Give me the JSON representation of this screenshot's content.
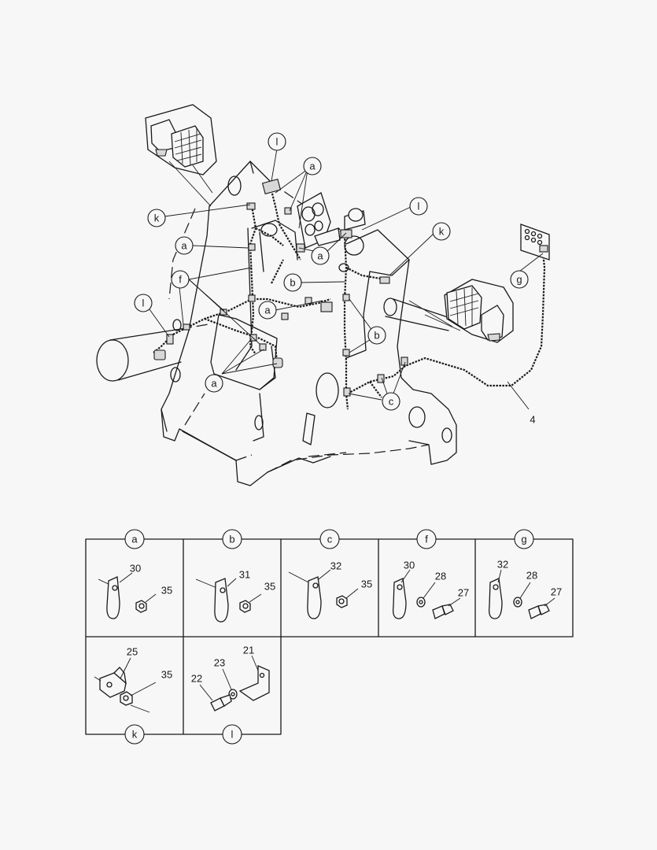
{
  "main_diagram": {
    "callouts": {
      "l_top": "l",
      "a_top": "a",
      "k_left": "k",
      "l_right": "l",
      "k_right": "k",
      "a_left": "a",
      "a_center": "a",
      "f_left": "f",
      "b_center": "b",
      "l_left": "l",
      "a_mid": "a",
      "b_right": "b",
      "a_bottom": "a",
      "c_bottom": "c",
      "g_right": "g",
      "part_4": "4"
    }
  },
  "detail_table": {
    "cells": [
      {
        "key": "a",
        "parts": [
          "30",
          "35"
        ]
      },
      {
        "key": "b",
        "parts": [
          "31",
          "35"
        ]
      },
      {
        "key": "c",
        "parts": [
          "32",
          "35"
        ]
      },
      {
        "key": "f",
        "parts": [
          "30",
          "28",
          "27"
        ]
      },
      {
        "key": "g",
        "parts": [
          "32",
          "28",
          "27"
        ]
      },
      {
        "key": "k",
        "parts": [
          "25",
          "35"
        ]
      },
      {
        "key": "l",
        "parts": [
          "23",
          "21",
          "22"
        ]
      }
    ]
  }
}
